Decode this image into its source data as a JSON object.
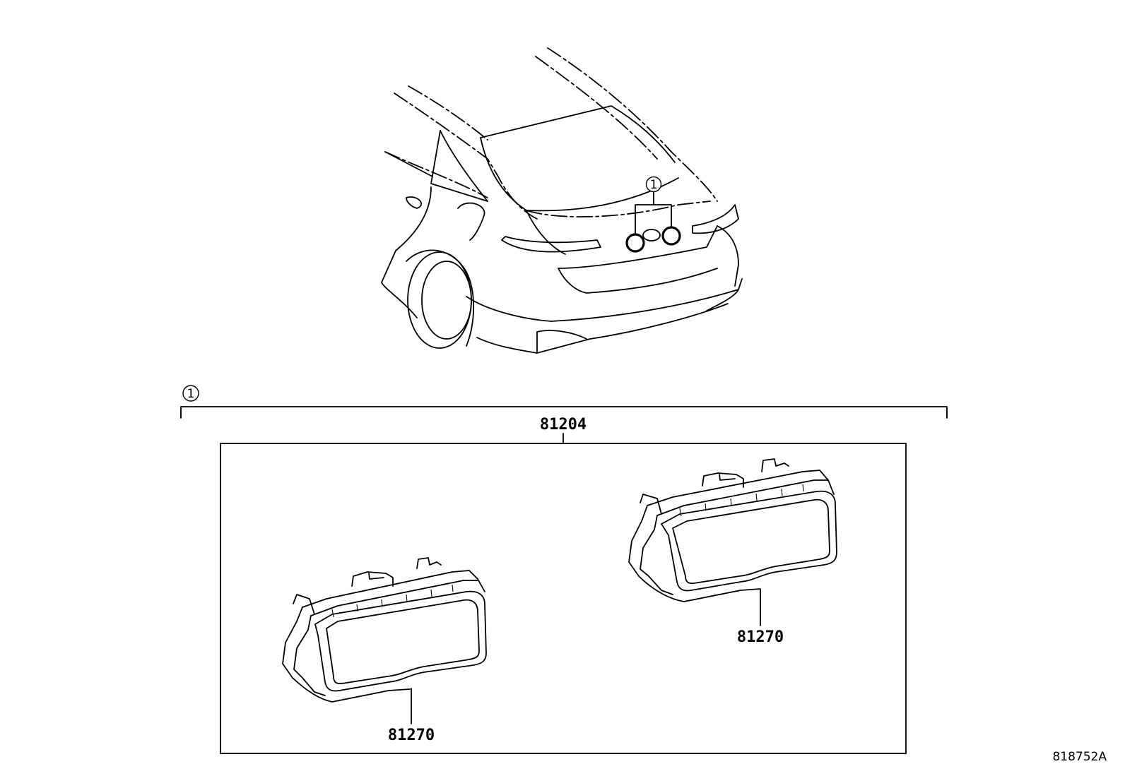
{
  "callouts": {
    "main": "1",
    "car": "1"
  },
  "parts": {
    "assembly": "81204",
    "lamp_left": "81270",
    "lamp_right": "81270"
  },
  "figure_code": "818752A"
}
